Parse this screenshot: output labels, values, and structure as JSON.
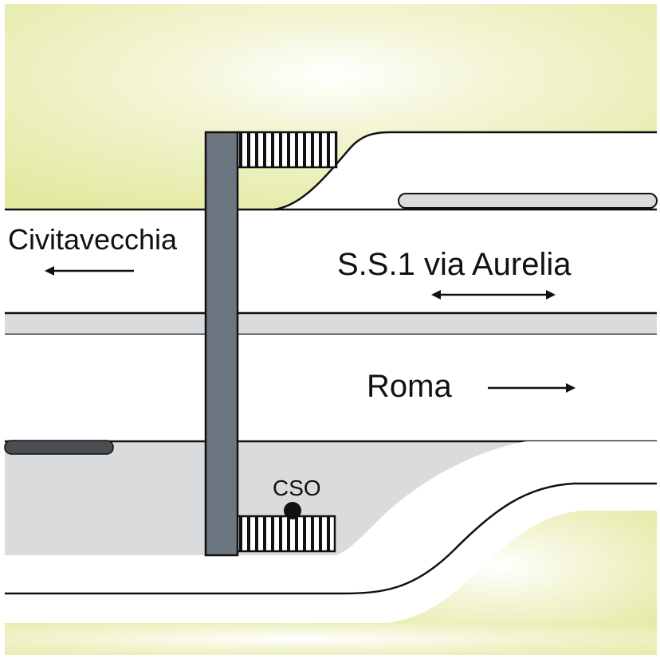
{
  "labels": {
    "civitavecchia": "Civitavecchia",
    "road_name": "S.S.1 via Aurelia",
    "roma": "Roma",
    "cso": "CSO"
  },
  "colors": {
    "green_field": "#e6eca8",
    "road_surface": "#ffffff",
    "median": "#d9dbdd",
    "bridge_pier": "#6b7680",
    "line": "#111111",
    "dark_kerb": "#4a4e52"
  },
  "icons": {
    "left_arrow": "left-arrow-icon",
    "right_arrow": "right-arrow-icon",
    "double_arrow": "double-arrow-icon",
    "monitoring_point": "cso-point-icon"
  }
}
